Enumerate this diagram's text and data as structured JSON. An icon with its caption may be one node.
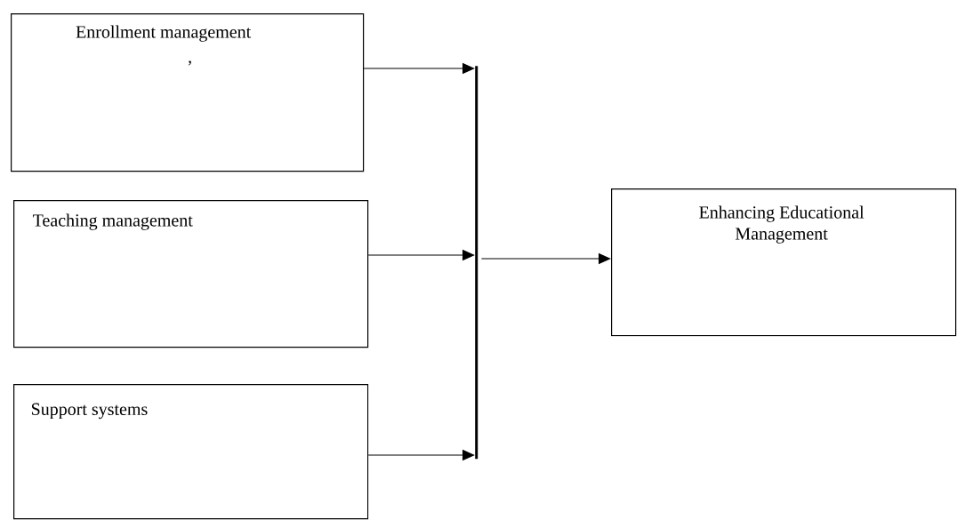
{
  "diagram": {
    "nodes": [
      {
        "text": [
          "Enrollment management",
          ","
        ]
      },
      {
        "text": [
          "Teaching management"
        ]
      },
      {
        "text": [
          "Support systems"
        ]
      },
      {
        "text": [],
        "shape": "bar"
      },
      {
        "text": [
          "Enhancing Educational Management"
        ]
      }
    ],
    "edges": [
      {
        "from": 0,
        "to": 3,
        "arrow": "to"
      },
      {
        "from": 1,
        "to": 3,
        "arrow": "to"
      },
      {
        "from": 2,
        "to": 3,
        "arrow": "to"
      },
      {
        "from": 3,
        "to": 4,
        "arrow": "to"
      }
    ]
  }
}
